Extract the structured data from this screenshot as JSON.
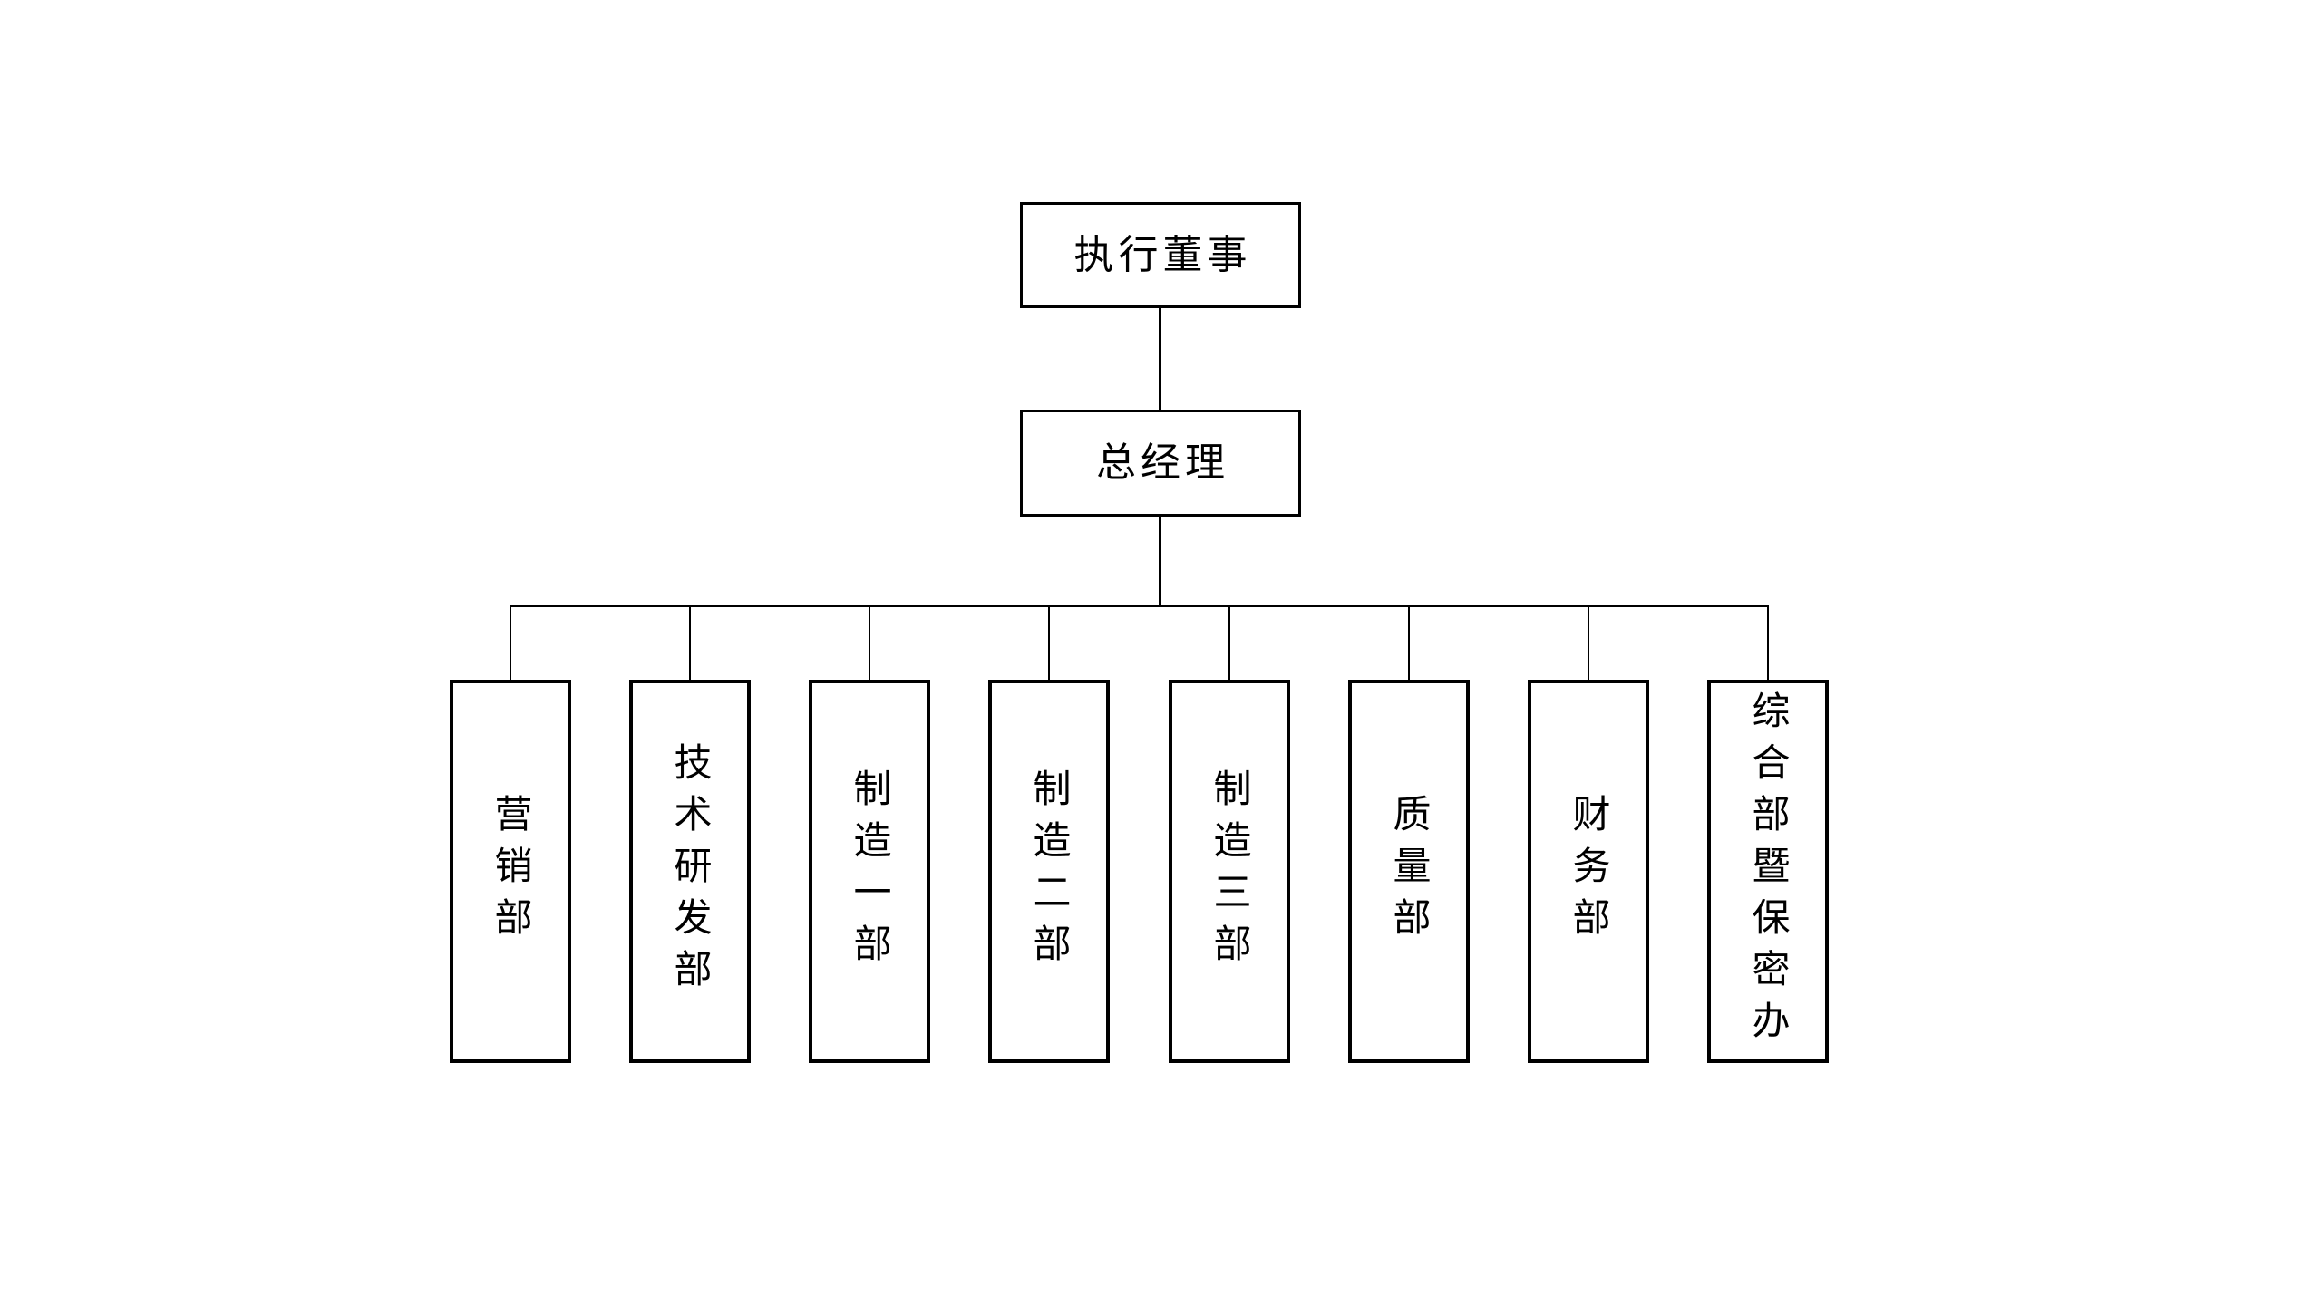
{
  "org_chart": {
    "type": "org-tree",
    "levels": 3,
    "root": {
      "label": "执行董事"
    },
    "manager": {
      "label": "总经理"
    },
    "departments": [
      {
        "label": "营销部"
      },
      {
        "label": "技术研发部"
      },
      {
        "label": "制造一部"
      },
      {
        "label": "制造二部"
      },
      {
        "label": "制造三部"
      },
      {
        "label": "质量部"
      },
      {
        "label": "财务部"
      },
      {
        "label": "综合部暨保密办"
      }
    ]
  },
  "colors": {
    "background": "#ffffff",
    "box_border": "#000000",
    "connector_line": "#000000",
    "text": "#000000"
  }
}
